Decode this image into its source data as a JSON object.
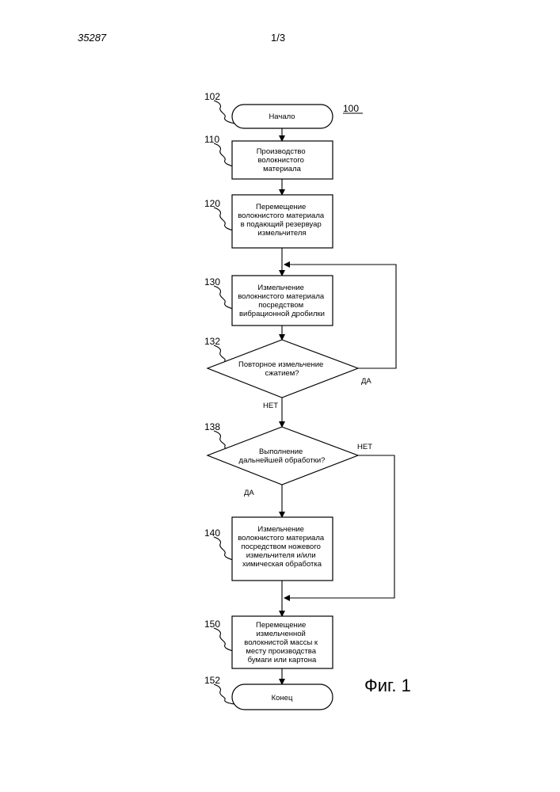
{
  "header": {
    "doc_number": "35287",
    "sheet": "1/3"
  },
  "figure": {
    "ref": "100",
    "caption": "Фиг. 1"
  },
  "nodes": {
    "start": {
      "ref": "102",
      "lines": [
        "Начало"
      ]
    },
    "s110": {
      "ref": "110",
      "lines": [
        "Производство",
        "волокнистого",
        "материала"
      ]
    },
    "s120": {
      "ref": "120",
      "lines": [
        "Перемещение",
        "волокнистого материала",
        "в подающий резервуар",
        "измельчителя"
      ]
    },
    "s130": {
      "ref": "130",
      "lines": [
        "Измельчение",
        "волокнистого материала",
        "посредством",
        "вибрационной дробилки"
      ]
    },
    "d132": {
      "ref": "132",
      "lines": [
        "Повторное измельчение",
        "сжатием?"
      ]
    },
    "d138": {
      "ref": "138",
      "lines": [
        "Выполнение",
        "дальнейшей обработки?"
      ]
    },
    "s140": {
      "ref": "140",
      "lines": [
        "Измельчение",
        "волокнистого материала",
        "посредством ножевого",
        "измельчителя и/или",
        "химическая обработка"
      ]
    },
    "s150": {
      "ref": "150",
      "lines": [
        "Перемещение",
        "измельченной",
        "волокнистой массы к",
        "месту производства",
        "бумаги или картона"
      ]
    },
    "end": {
      "ref": "152",
      "lines": [
        "Конец"
      ]
    }
  },
  "branches": {
    "d132_yes": "ДА",
    "d132_no": "НЕТ",
    "d138_no": "НЕТ",
    "d138_yes": "ДА"
  }
}
